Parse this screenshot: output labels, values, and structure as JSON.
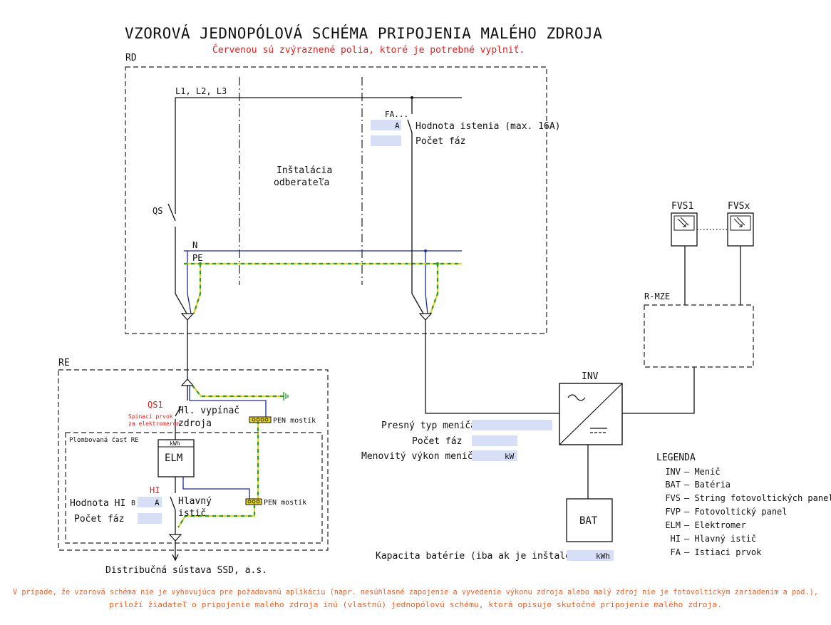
{
  "title": "VZOROVÁ JEDNOPÓLOVÁ SCHÉMA PRIPOJENIA MALÉHO ZDROJA",
  "subtitle": "Červenou sú zvýraznené polia, ktoré je potrebné vyplniť.",
  "rd": {
    "label": "RD",
    "bus": "L1, L2, L3",
    "qs": "QS",
    "n": "N",
    "pe": "PE",
    "installation_line1": "Inštalácia",
    "installation_line2": "odberateľa",
    "fa": "FA...",
    "fa_unit": "A",
    "fa_value_label": "Hodnota istenia (max. 16A)",
    "fa_phases_label": "Počet fáz"
  },
  "re": {
    "label": "RE",
    "qs1": "QS1",
    "qs1_note_line1": "Spínací prvok",
    "qs1_note_line2": "za elektromerom",
    "qs1_label_line1": "Hl. vypínač",
    "qs1_label_line2": "zdroja",
    "pen1": "PEN mostík",
    "pen2": "PEN mostík",
    "sealed": "Plombovaná časť RE",
    "elm_unit": "kWh",
    "elm": "ELM",
    "hi": "HI",
    "hi_label_line1": "Hlavný",
    "hi_label_line2": "istič",
    "hi_value_label": "Hodnota HI",
    "hi_b": "B",
    "hi_unit": "A",
    "hi_phases_label": "Počet fáz",
    "network": "Distribučná sústava SSD, a.s."
  },
  "inverter": {
    "label": "INV",
    "type_label": "Presný typ meniča",
    "phases_label": "Počet fáz",
    "power_label": "Menovitý výkon meniča",
    "power_unit": "kW"
  },
  "battery": {
    "label": "BAT",
    "capacity_label": "Kapacita batérie (iba ak je inštalovaná)",
    "capacity_unit": "kWh"
  },
  "pv": {
    "fvs1": "FVS1",
    "fvsx": "FVSx",
    "rmze": "R-MZE"
  },
  "legend": {
    "title": "LEGENDA",
    "items": [
      {
        "code": "INV",
        "text": "– Menič"
      },
      {
        "code": "BAT",
        "text": "– Batéria"
      },
      {
        "code": "FVS",
        "text": "– String fotovoltických panelov"
      },
      {
        "code": "FVP",
        "text": "– Fotovoltický panel"
      },
      {
        "code": "ELM",
        "text": "– Elektromer"
      },
      {
        "code": "HI",
        "text": "– Hlavný istič"
      },
      {
        "code": "FA",
        "text": "– Istiaci prvok"
      }
    ]
  },
  "footer": {
    "line1": "V prípade, že vzorová schéma nie je vyhovujúca pre požadovanú aplikáciu (napr. nesúhlasné zapojenie a vyvedenie výkonu zdroja alebo malý zdroj nie je fotovoltickým zariadením a pod.),",
    "line2": "priloží žiadateľ o pripojenie malého zdroja inú (vlastnú) jednopólovú schému, ktorá opisuje skutočné pripojenie malého zdroja."
  }
}
